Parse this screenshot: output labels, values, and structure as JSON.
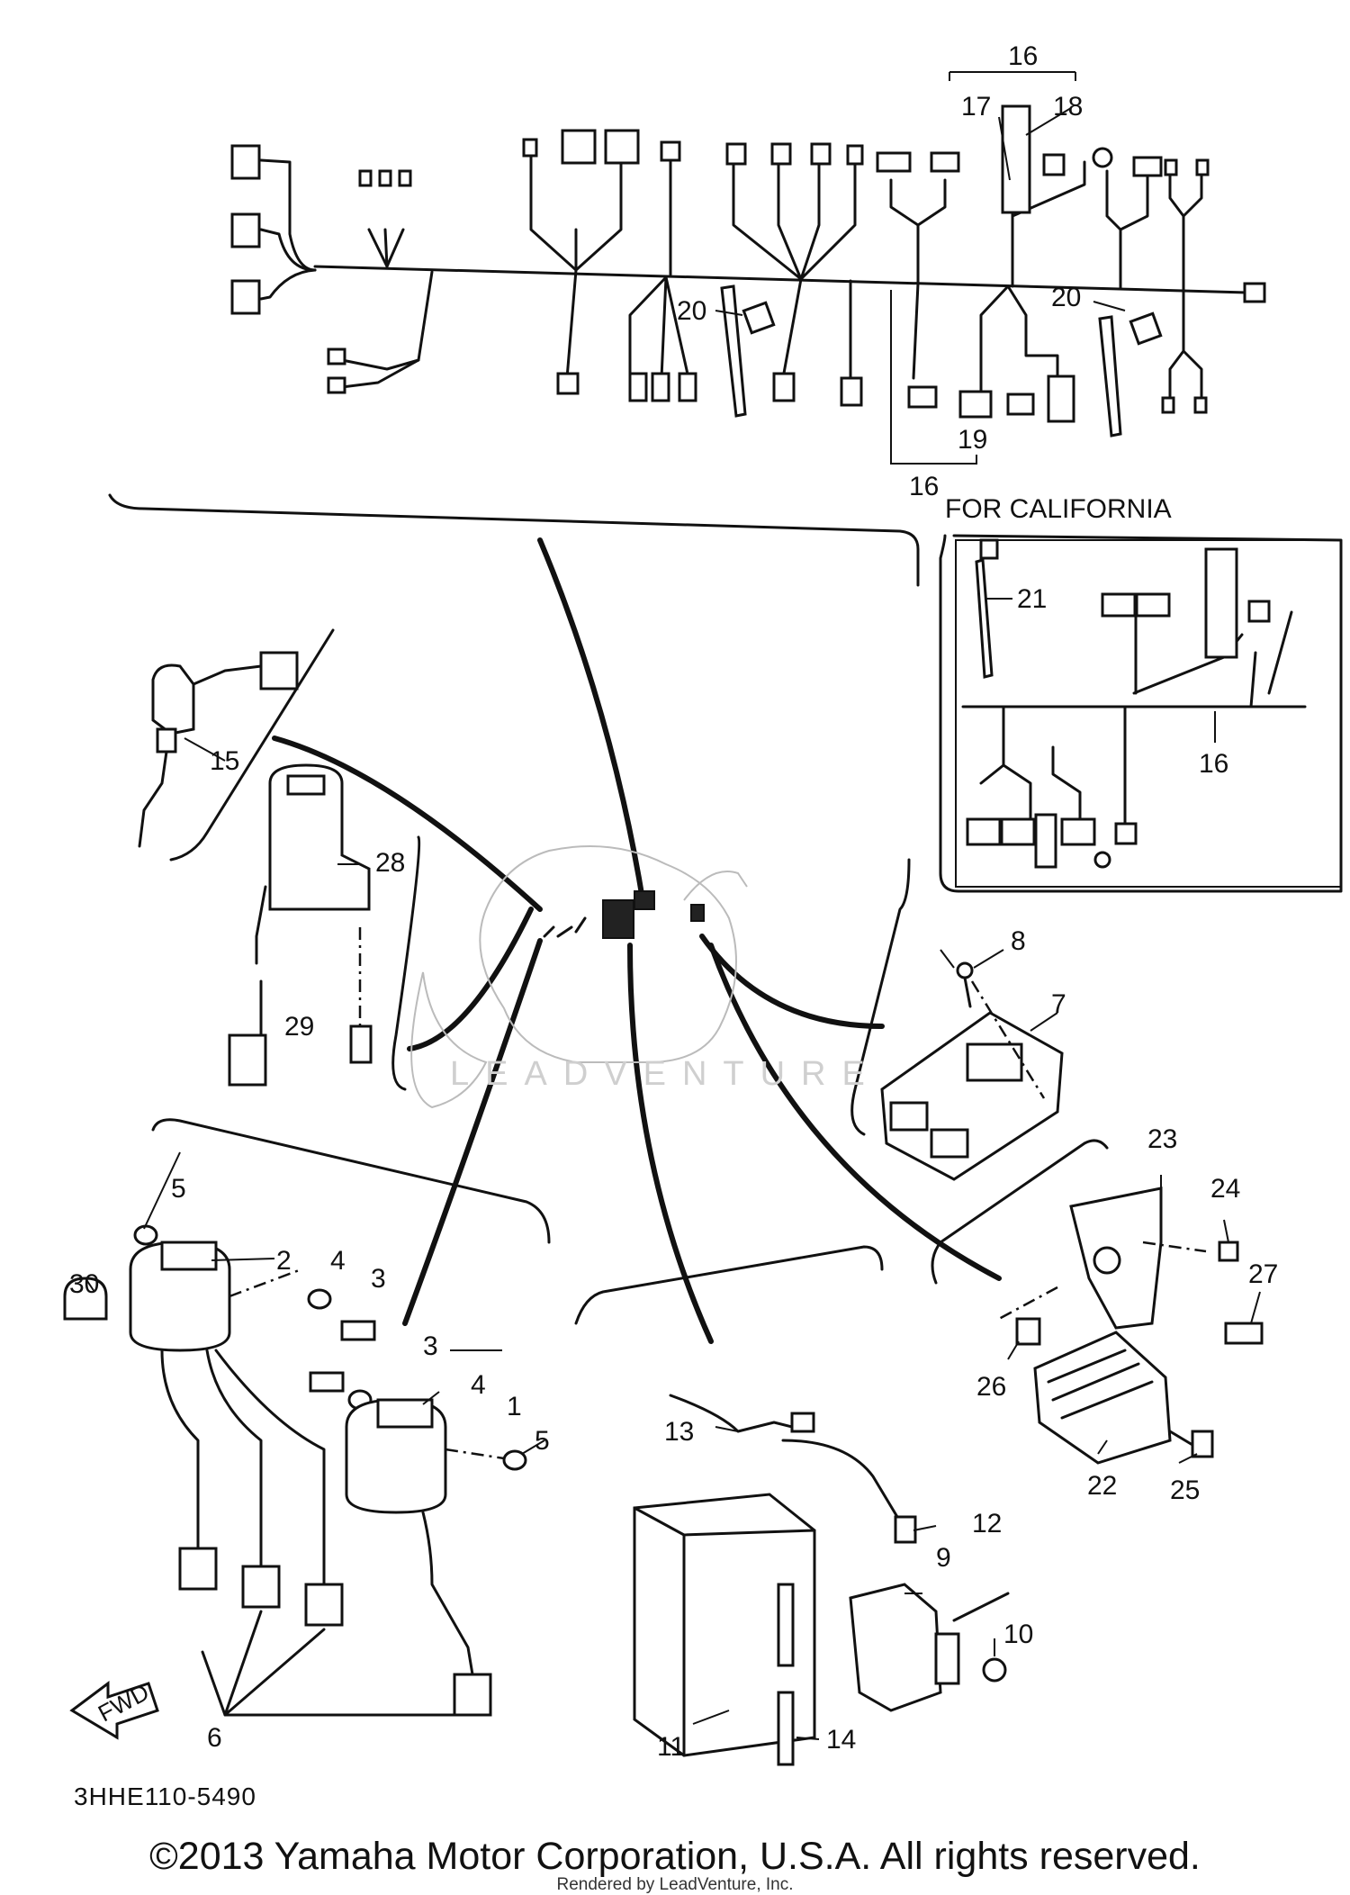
{
  "diagram": {
    "inset_title": "FOR CALIFORNIA",
    "ref_code": "3HHE110-5490",
    "watermark": "LEADVENTURE",
    "fwd_label": "FWD",
    "callouts": {
      "c1": "1",
      "c2": "2",
      "c3a": "3",
      "c3b": "3",
      "c4a": "4",
      "c4b": "4",
      "c5a": "5",
      "c5b": "5",
      "c6": "6",
      "c7": "7",
      "c8": "8",
      "c9": "9",
      "c10": "10",
      "c11": "11",
      "c12": "12",
      "c13": "13",
      "c14": "14",
      "c15": "15",
      "c16a": "16",
      "c16b": "16",
      "c16c": "16",
      "c17": "17",
      "c18": "18",
      "c19": "19",
      "c20a": "20",
      "c20b": "20",
      "c21": "21",
      "c22": "22",
      "c23": "23",
      "c24": "24",
      "c25": "25",
      "c26": "26",
      "c27": "27",
      "c28": "28",
      "c29": "29",
      "c30": "30"
    }
  },
  "footer": {
    "copyright": "©2013 Yamaha Motor Corporation, U.S.A. All rights reserved.",
    "rendered_by": "Rendered by LeadVenture, Inc."
  }
}
